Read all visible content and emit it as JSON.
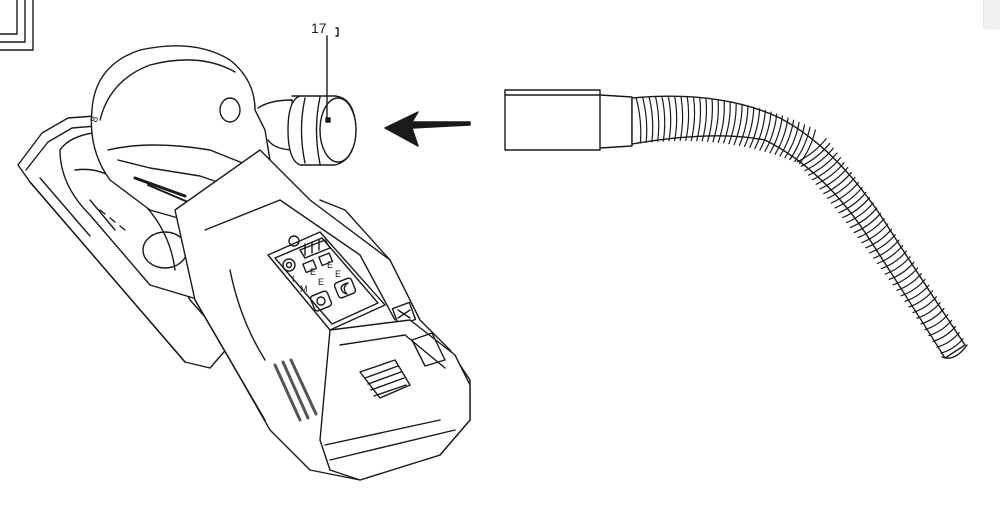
{
  "callout": {
    "number": "17"
  },
  "panel": {
    "mode_letters": [
      "I",
      "E",
      "E"
    ],
    "mode_letters_lower": [
      "M",
      "E",
      "E"
    ]
  },
  "colors": {
    "line": "#1a1a1a",
    "paper": "#ffffff",
    "shade": "#d8d8d8"
  }
}
